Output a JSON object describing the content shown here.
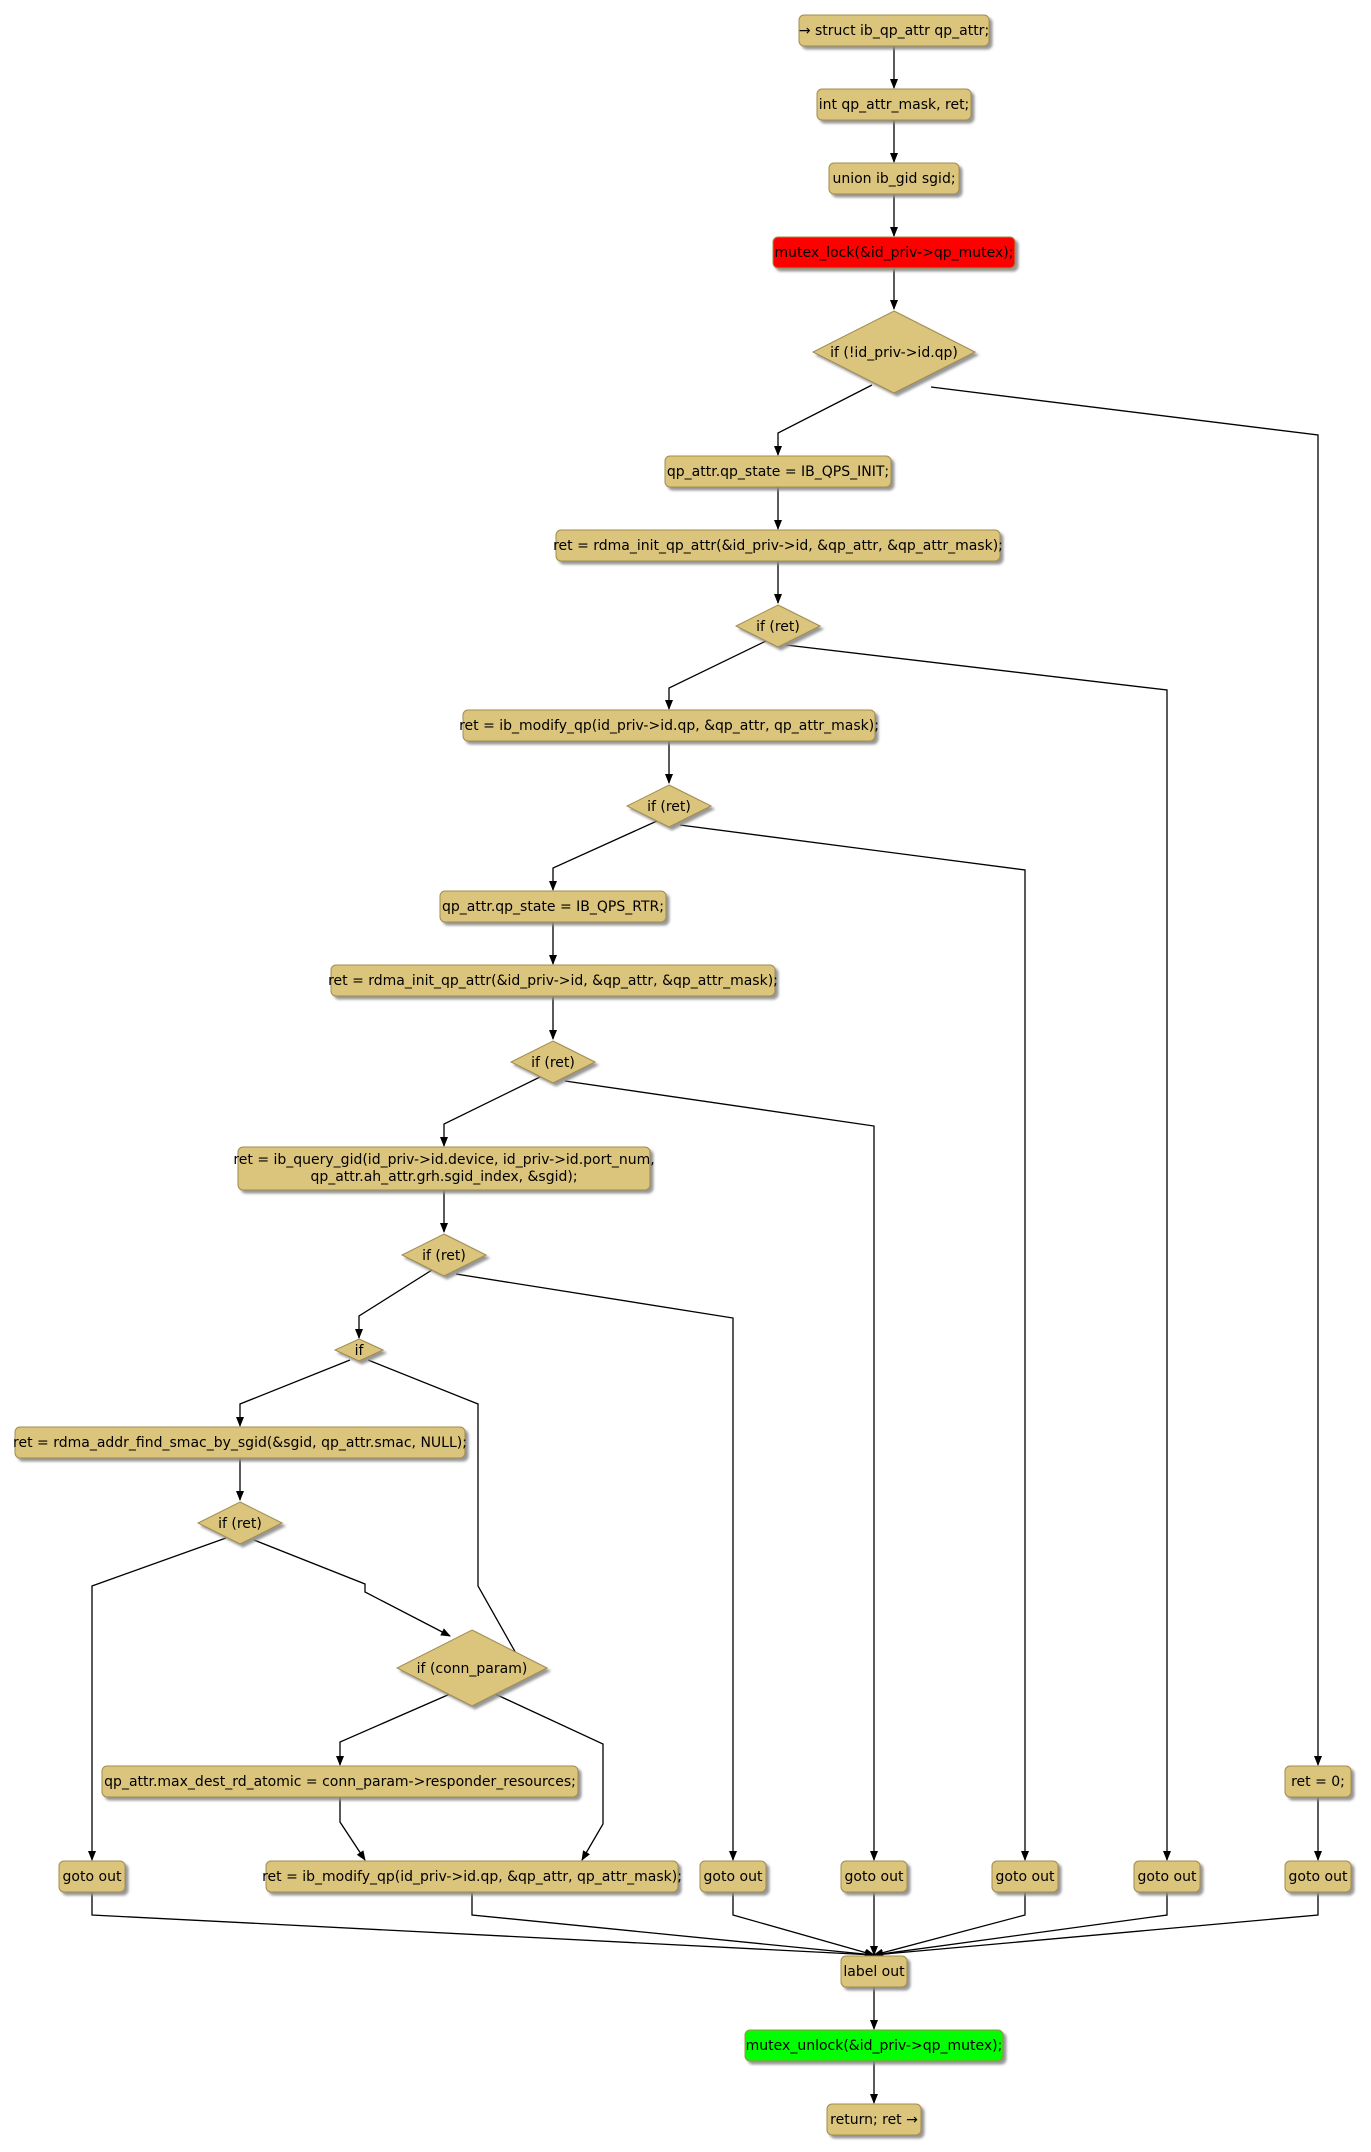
{
  "colors": {
    "node_fill": "#dbc47c",
    "node_stroke": "#a08c4e",
    "lock_fill": "#ff0000",
    "unlock_fill": "#00ff00",
    "shadow": "#8c8c8c",
    "edge": "#000000"
  },
  "nodes": {
    "n1": {
      "text": "→ struct ib_qp_attr qp_attr;"
    },
    "n2": {
      "text": "int qp_attr_mask, ret;"
    },
    "n3": {
      "text": "union ib_gid sgid;"
    },
    "n4": {
      "text": "mutex_lock(&id_priv->qp_mutex);"
    },
    "d1": {
      "text": "if (!id_priv->id.qp)"
    },
    "n5": {
      "text": "qp_attr.qp_state = IB_QPS_INIT;"
    },
    "n6": {
      "text": "ret = rdma_init_qp_attr(&id_priv->id, &qp_attr, &qp_attr_mask);"
    },
    "d2": {
      "text": "if (ret)"
    },
    "n7": {
      "text": "ret = ib_modify_qp(id_priv->id.qp, &qp_attr, qp_attr_mask);"
    },
    "d3": {
      "text": "if (ret)"
    },
    "n8": {
      "text": "qp_attr.qp_state = IB_QPS_RTR;"
    },
    "n9": {
      "text": "ret = rdma_init_qp_attr(&id_priv->id, &qp_attr, &qp_attr_mask);"
    },
    "d4": {
      "text": "if (ret)"
    },
    "n10": {
      "line1": "ret = ib_query_gid(id_priv->id.device, id_priv->id.port_num,",
      "line2": "qp_attr.ah_attr.grh.sgid_index, &sgid);"
    },
    "d5": {
      "text": "if (ret)"
    },
    "d6": {
      "text": "if"
    },
    "n11": {
      "text": "ret = rdma_addr_find_smac_by_sgid(&sgid, qp_attr.smac, NULL);"
    },
    "d7": {
      "text": "if (ret)"
    },
    "d8": {
      "text": "if (conn_param)"
    },
    "n12": {
      "text": "qp_attr.max_dest_rd_atomic = conn_param->responder_resources;"
    },
    "n13": {
      "text": "ret = 0;"
    },
    "g1": {
      "text": "goto out"
    },
    "n14": {
      "text": "ret = ib_modify_qp(id_priv->id.qp, &qp_attr, qp_attr_mask);"
    },
    "g2": {
      "text": "goto out"
    },
    "g3": {
      "text": "goto out"
    },
    "g4": {
      "text": "goto out"
    },
    "g5": {
      "text": "goto out"
    },
    "g6": {
      "text": "goto out"
    },
    "n15": {
      "text": "label out"
    },
    "n16": {
      "text": "mutex_unlock(&id_priv->qp_mutex);"
    },
    "n17": {
      "text": "return; ret →"
    }
  }
}
